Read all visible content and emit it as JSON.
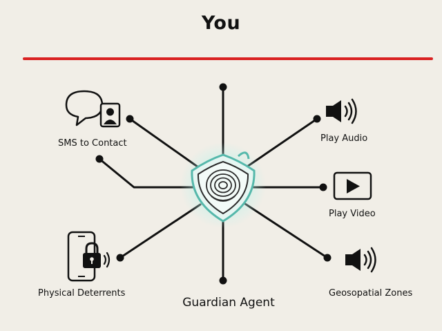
{
  "header": {
    "title": "You"
  },
  "center": {
    "label": "Guardian Agent",
    "icon": "shield-fingerprint-icon"
  },
  "nodes": [
    {
      "id": "sms",
      "label": "SMS to Contact",
      "icon": "chat-contact-icon"
    },
    {
      "id": "audio",
      "label": "Play Audio",
      "icon": "speaker-icon"
    },
    {
      "id": "video",
      "label": "Play Video",
      "icon": "play-video-icon"
    },
    {
      "id": "physical",
      "label": "Physical Deterrents",
      "icon": "phone-lock-icon"
    },
    {
      "id": "geo",
      "label": "Geosopatial Zones",
      "icon": "speaker-icon"
    }
  ],
  "colors": {
    "background": "#f1eee7",
    "divider": "#d92222",
    "line": "#111111",
    "shield_glow": "#9fe3da"
  }
}
